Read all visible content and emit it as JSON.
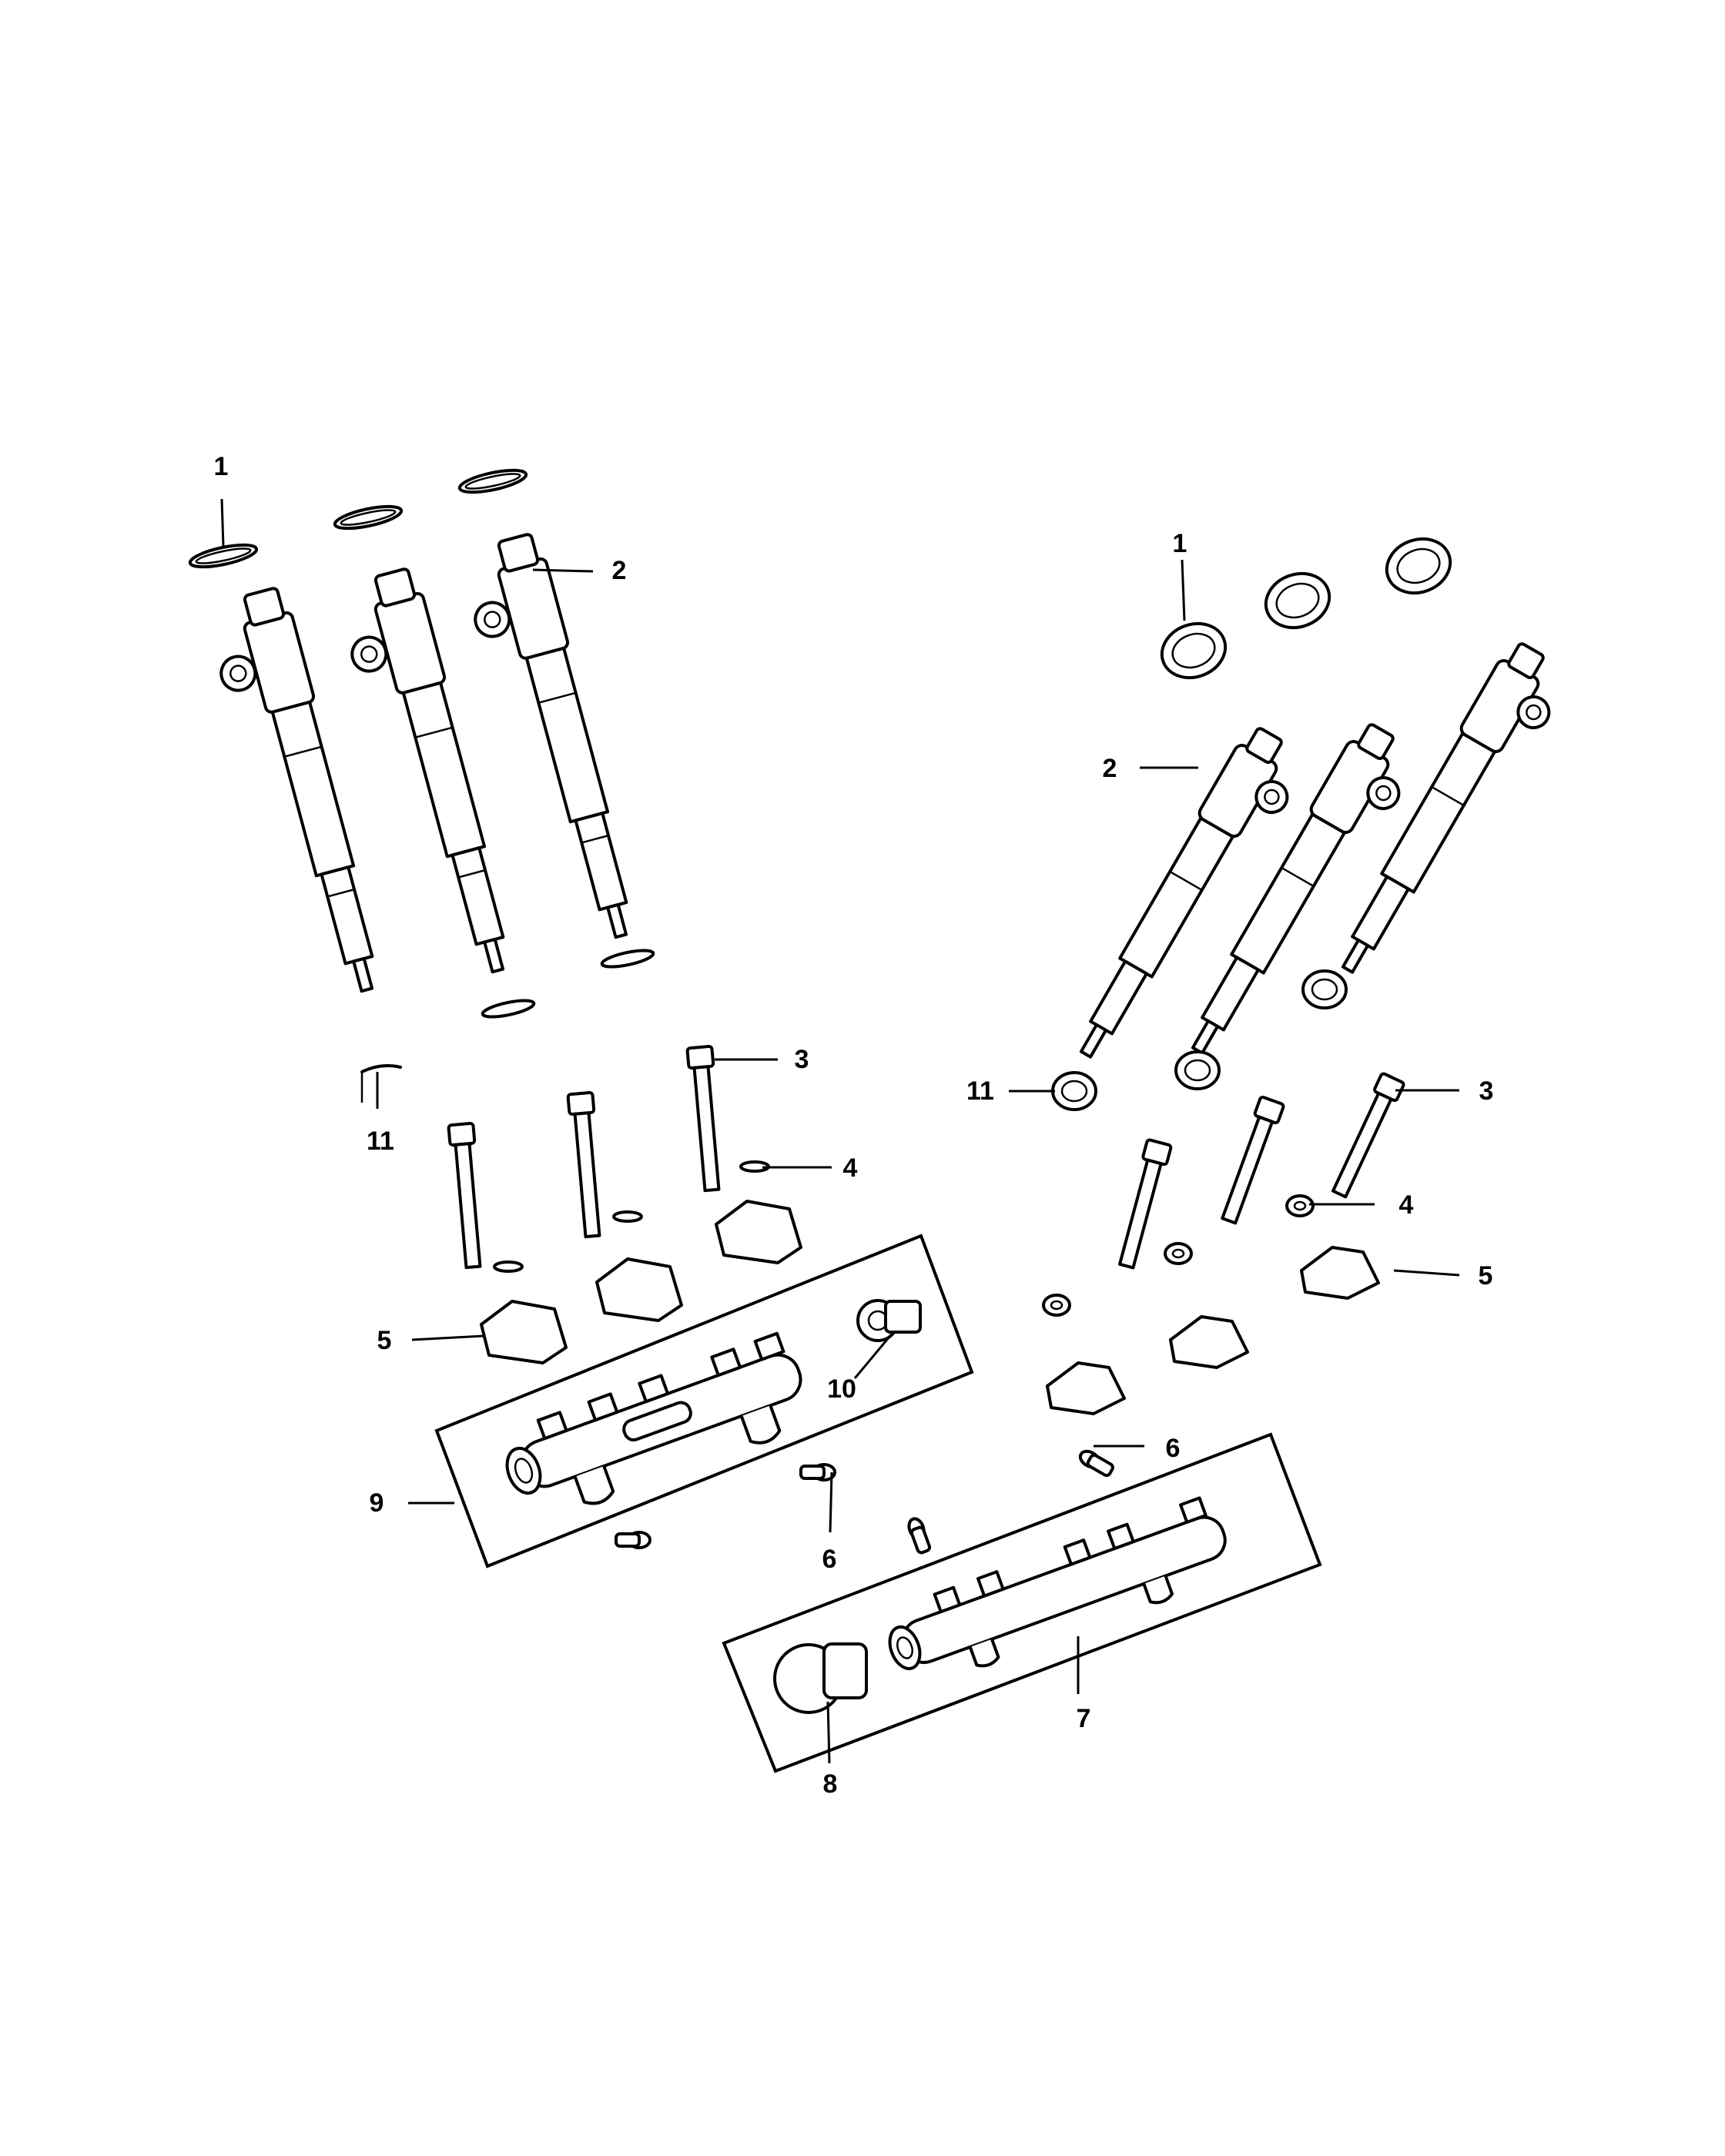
{
  "diagram": {
    "callouts": {
      "left": [
        "1",
        "2",
        "3",
        "4",
        "5",
        "6",
        "9",
        "10",
        "11"
      ],
      "right": [
        "1",
        "2",
        "3",
        "4",
        "5",
        "6",
        "7",
        "8",
        "11"
      ]
    }
  }
}
